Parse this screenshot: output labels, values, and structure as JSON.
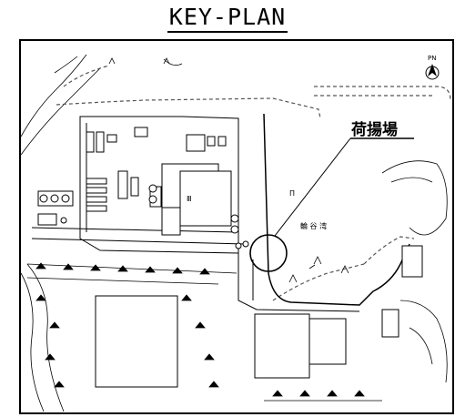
{
  "title": "KEY-PLAN",
  "callout_label": "荷揚場",
  "bay_label": "輪 谷 湾",
  "north_label": "PN",
  "building_mark": "Ⅲ",
  "small_mark": "Π"
}
